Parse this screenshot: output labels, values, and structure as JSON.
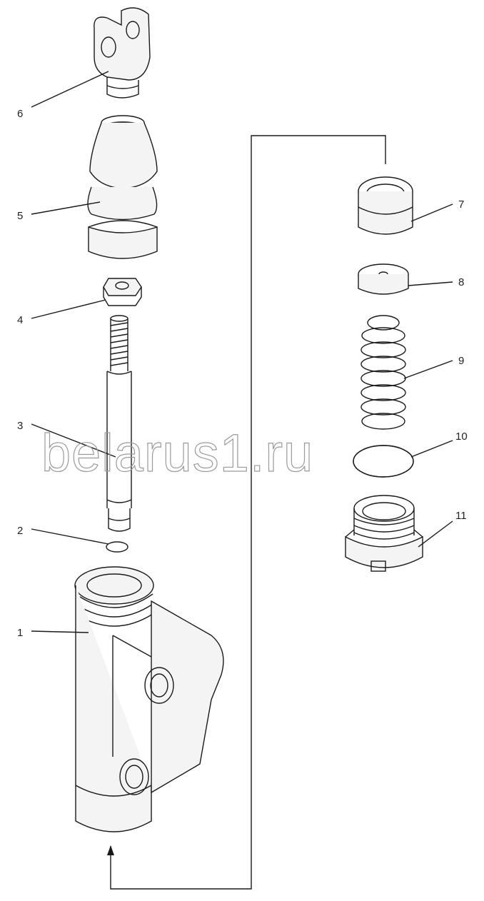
{
  "diagram": {
    "callouts": [
      {
        "id": "part-1",
        "label": "1"
      },
      {
        "id": "part-2",
        "label": "2"
      },
      {
        "id": "part-3",
        "label": "3"
      },
      {
        "id": "part-4",
        "label": "4"
      },
      {
        "id": "part-5",
        "label": "5"
      },
      {
        "id": "part-6",
        "label": "6"
      },
      {
        "id": "part-7",
        "label": "7"
      },
      {
        "id": "part-8",
        "label": "8"
      },
      {
        "id": "part-9",
        "label": "9"
      },
      {
        "id": "part-10",
        "label": "10"
      },
      {
        "id": "part-11",
        "label": "11"
      }
    ],
    "watermark": "belarus1.ru"
  }
}
